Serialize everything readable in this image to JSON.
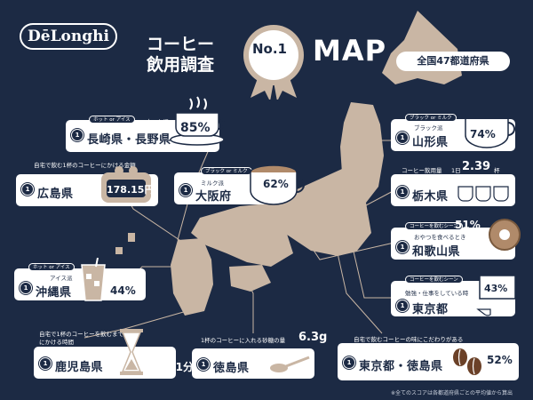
{
  "brand": {
    "logo": "DēLonghi"
  },
  "title": {
    "line1": "コーヒー",
    "line2": "飲用調査",
    "badge": "No.1",
    "map": "MAP"
  },
  "scope_badge": "全国47都道府県",
  "footnote": "※全てのスコアは各都道府県ごとの平均値から算出",
  "colors": {
    "navy": "#1c2a44",
    "map": "#c9b6a4",
    "coffee": "#6b4128"
  },
  "cards": {
    "nagasaki": {
      "tag": "ホット or アイス",
      "sub": "ホット派",
      "pref": "長崎県・長野県",
      "value": "85%"
    },
    "hiroshima": {
      "sub": "自宅で飲む1杯のコーヒーにかける金額",
      "pref": "広島県",
      "value": "178.15円"
    },
    "osaka": {
      "tag": "ブラック or ミルク",
      "sub": "ミルク派",
      "pref": "大阪府",
      "value": "62%"
    },
    "yamagata": {
      "tag": "ブラック or ミルク",
      "sub": "ブラック派",
      "pref": "山形県",
      "value": "74%"
    },
    "tochigi": {
      "sub": "コーヒー飲用量",
      "day": "1日",
      "value": "2.39",
      "unit": "杯",
      "pref": "栃木県"
    },
    "wakayama": {
      "tag": "コーヒーを飲むシーン",
      "sub": "おやつを食べるとき",
      "pref": "和歌山県",
      "value": "51%"
    },
    "okinawa": {
      "tag": "ホット or アイス",
      "sub": "アイス派",
      "pref": "沖縄県",
      "value": "44%"
    },
    "tokyo1": {
      "tag": "コーヒーを飲むシーン",
      "sub": "勉強・仕事をしている時",
      "pref": "東京都",
      "value": "43%"
    },
    "kagoshima": {
      "sub": "自宅で1杯のコーヒーを飲むまでにかける時間",
      "pref": "鹿児島県",
      "value": "27.31分"
    },
    "tokushima": {
      "sub": "1杯のコーヒーに入れる砂糖の量",
      "pref": "徳島県",
      "value": "6.3g"
    },
    "tokyo2": {
      "sub": "自宅で飲むコーヒーの味にこだわりがある",
      "pref": "東京都・徳島県",
      "value": "52%"
    }
  },
  "medal_digit": "1"
}
